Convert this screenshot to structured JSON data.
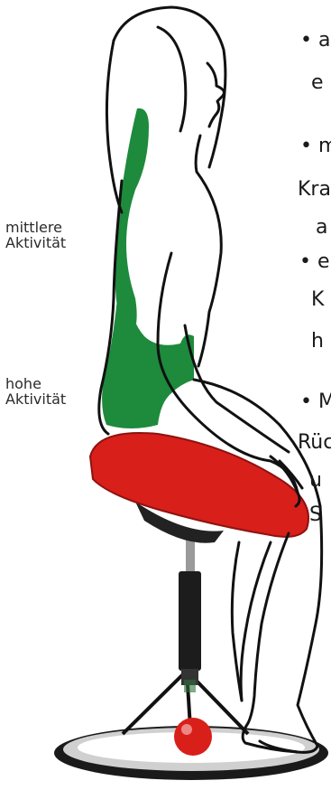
{
  "labels": {
    "mid_line1": "mittlere",
    "mid_line2": "Aktivität",
    "high_line1": "hohe",
    "high_line2": "Aktivität"
  },
  "cropped_text": [
    "• a",
    "e",
    "• m",
    "Kra",
    "a",
    "• e",
    "K",
    "h",
    "• M",
    "Rüc",
    "u",
    "S"
  ],
  "colors": {
    "muscle_green": "#1e8a3c",
    "seat_red": "#d81f1a",
    "frame_black": "#1a1a1a",
    "ring_silver": "#c8c8c8"
  }
}
